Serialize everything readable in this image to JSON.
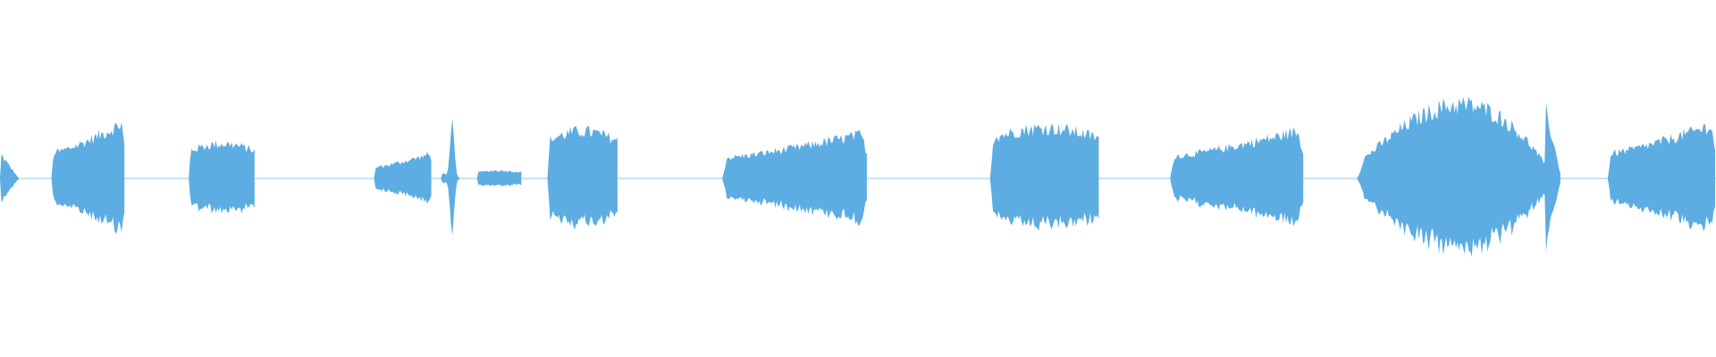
{
  "waveform": {
    "color": "#5dade2",
    "background": "#ffffff",
    "duration_label": "",
    "segments": [
      {
        "start": 0.0,
        "end": 0.011,
        "peak": 0.16,
        "shape": "decay"
      },
      {
        "start": 0.03,
        "end": 0.073,
        "peak": 0.36,
        "shape": "rise"
      },
      {
        "start": 0.11,
        "end": 0.149,
        "peak": 0.22,
        "shape": "flat"
      },
      {
        "start": 0.218,
        "end": 0.252,
        "peak": 0.16,
        "shape": "rise"
      },
      {
        "start": 0.257,
        "end": 0.268,
        "peak": 0.36,
        "shape": "spike"
      },
      {
        "start": 0.278,
        "end": 0.304,
        "peak": 0.05,
        "shape": "flat"
      },
      {
        "start": 0.319,
        "end": 0.36,
        "peak": 0.3,
        "shape": "flat"
      },
      {
        "start": 0.421,
        "end": 0.506,
        "peak": 0.29,
        "shape": "rise"
      },
      {
        "start": 0.577,
        "end": 0.641,
        "peak": 0.32,
        "shape": "flat"
      },
      {
        "start": 0.682,
        "end": 0.76,
        "peak": 0.31,
        "shape": "rise"
      },
      {
        "start": 0.791,
        "end": 0.91,
        "peak": 0.57,
        "shape": "swell"
      },
      {
        "start": 0.937,
        "end": 1.0,
        "peak": 0.35,
        "shape": "rise"
      }
    ],
    "silence_level": 0.008
  }
}
